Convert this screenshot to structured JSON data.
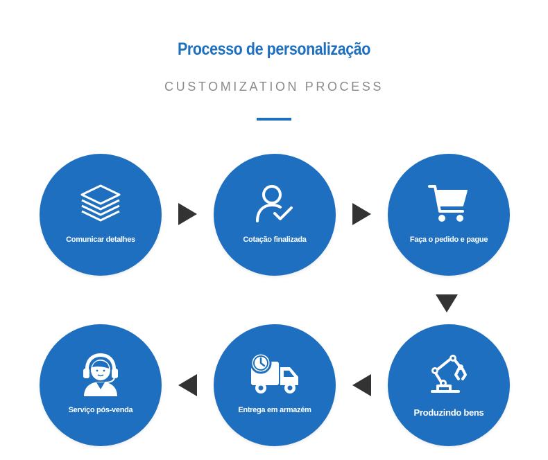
{
  "header": {
    "title": "Processo de personalização",
    "subtitle": "CUSTOMIZATION PROCESS"
  },
  "colors": {
    "accent": "#1e6fbf",
    "arrow": "#333333",
    "subtitle": "#8a8a8a"
  },
  "steps": [
    {
      "label": "Comunicar detalhes",
      "icon": "layers-icon"
    },
    {
      "label": "Cotação finalizada",
      "icon": "user-check-icon"
    },
    {
      "label": "Faça o pedido e pague",
      "icon": "shopping-cart-icon"
    },
    {
      "label": "Produzindo bens",
      "icon": "robot-arm-icon"
    },
    {
      "label": "Entrega em armazém",
      "icon": "delivery-truck-clock-icon"
    },
    {
      "label": "Serviço pós-venda",
      "icon": "customer-service-headset-icon"
    }
  ]
}
